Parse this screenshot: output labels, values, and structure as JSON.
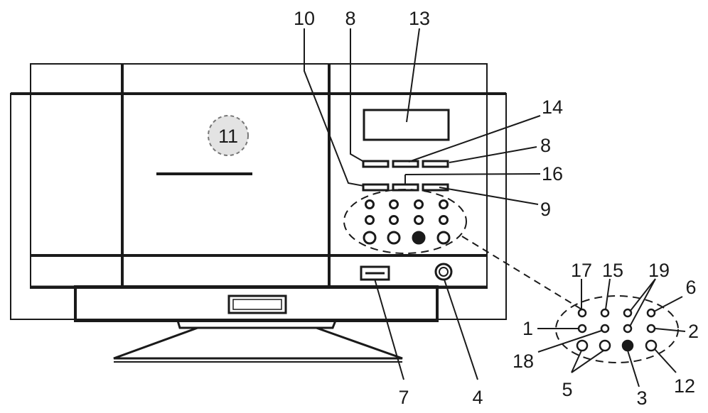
{
  "callouts": {
    "c1": "1",
    "c2": "2",
    "c3": "3",
    "c4": "4",
    "c5": "5",
    "c6": "6",
    "c7": "7",
    "c8a": "8",
    "c8b": "8",
    "c9": "9",
    "c10": "10",
    "c11": "11",
    "c12": "12",
    "c13": "13",
    "c14": "14",
    "c15": "15",
    "c16": "16",
    "c17": "17",
    "c18": "18",
    "c19": "19"
  },
  "colors": {
    "line": "#1a1a1a",
    "highlight": "#e3e3e3",
    "background": "#ffffff"
  }
}
